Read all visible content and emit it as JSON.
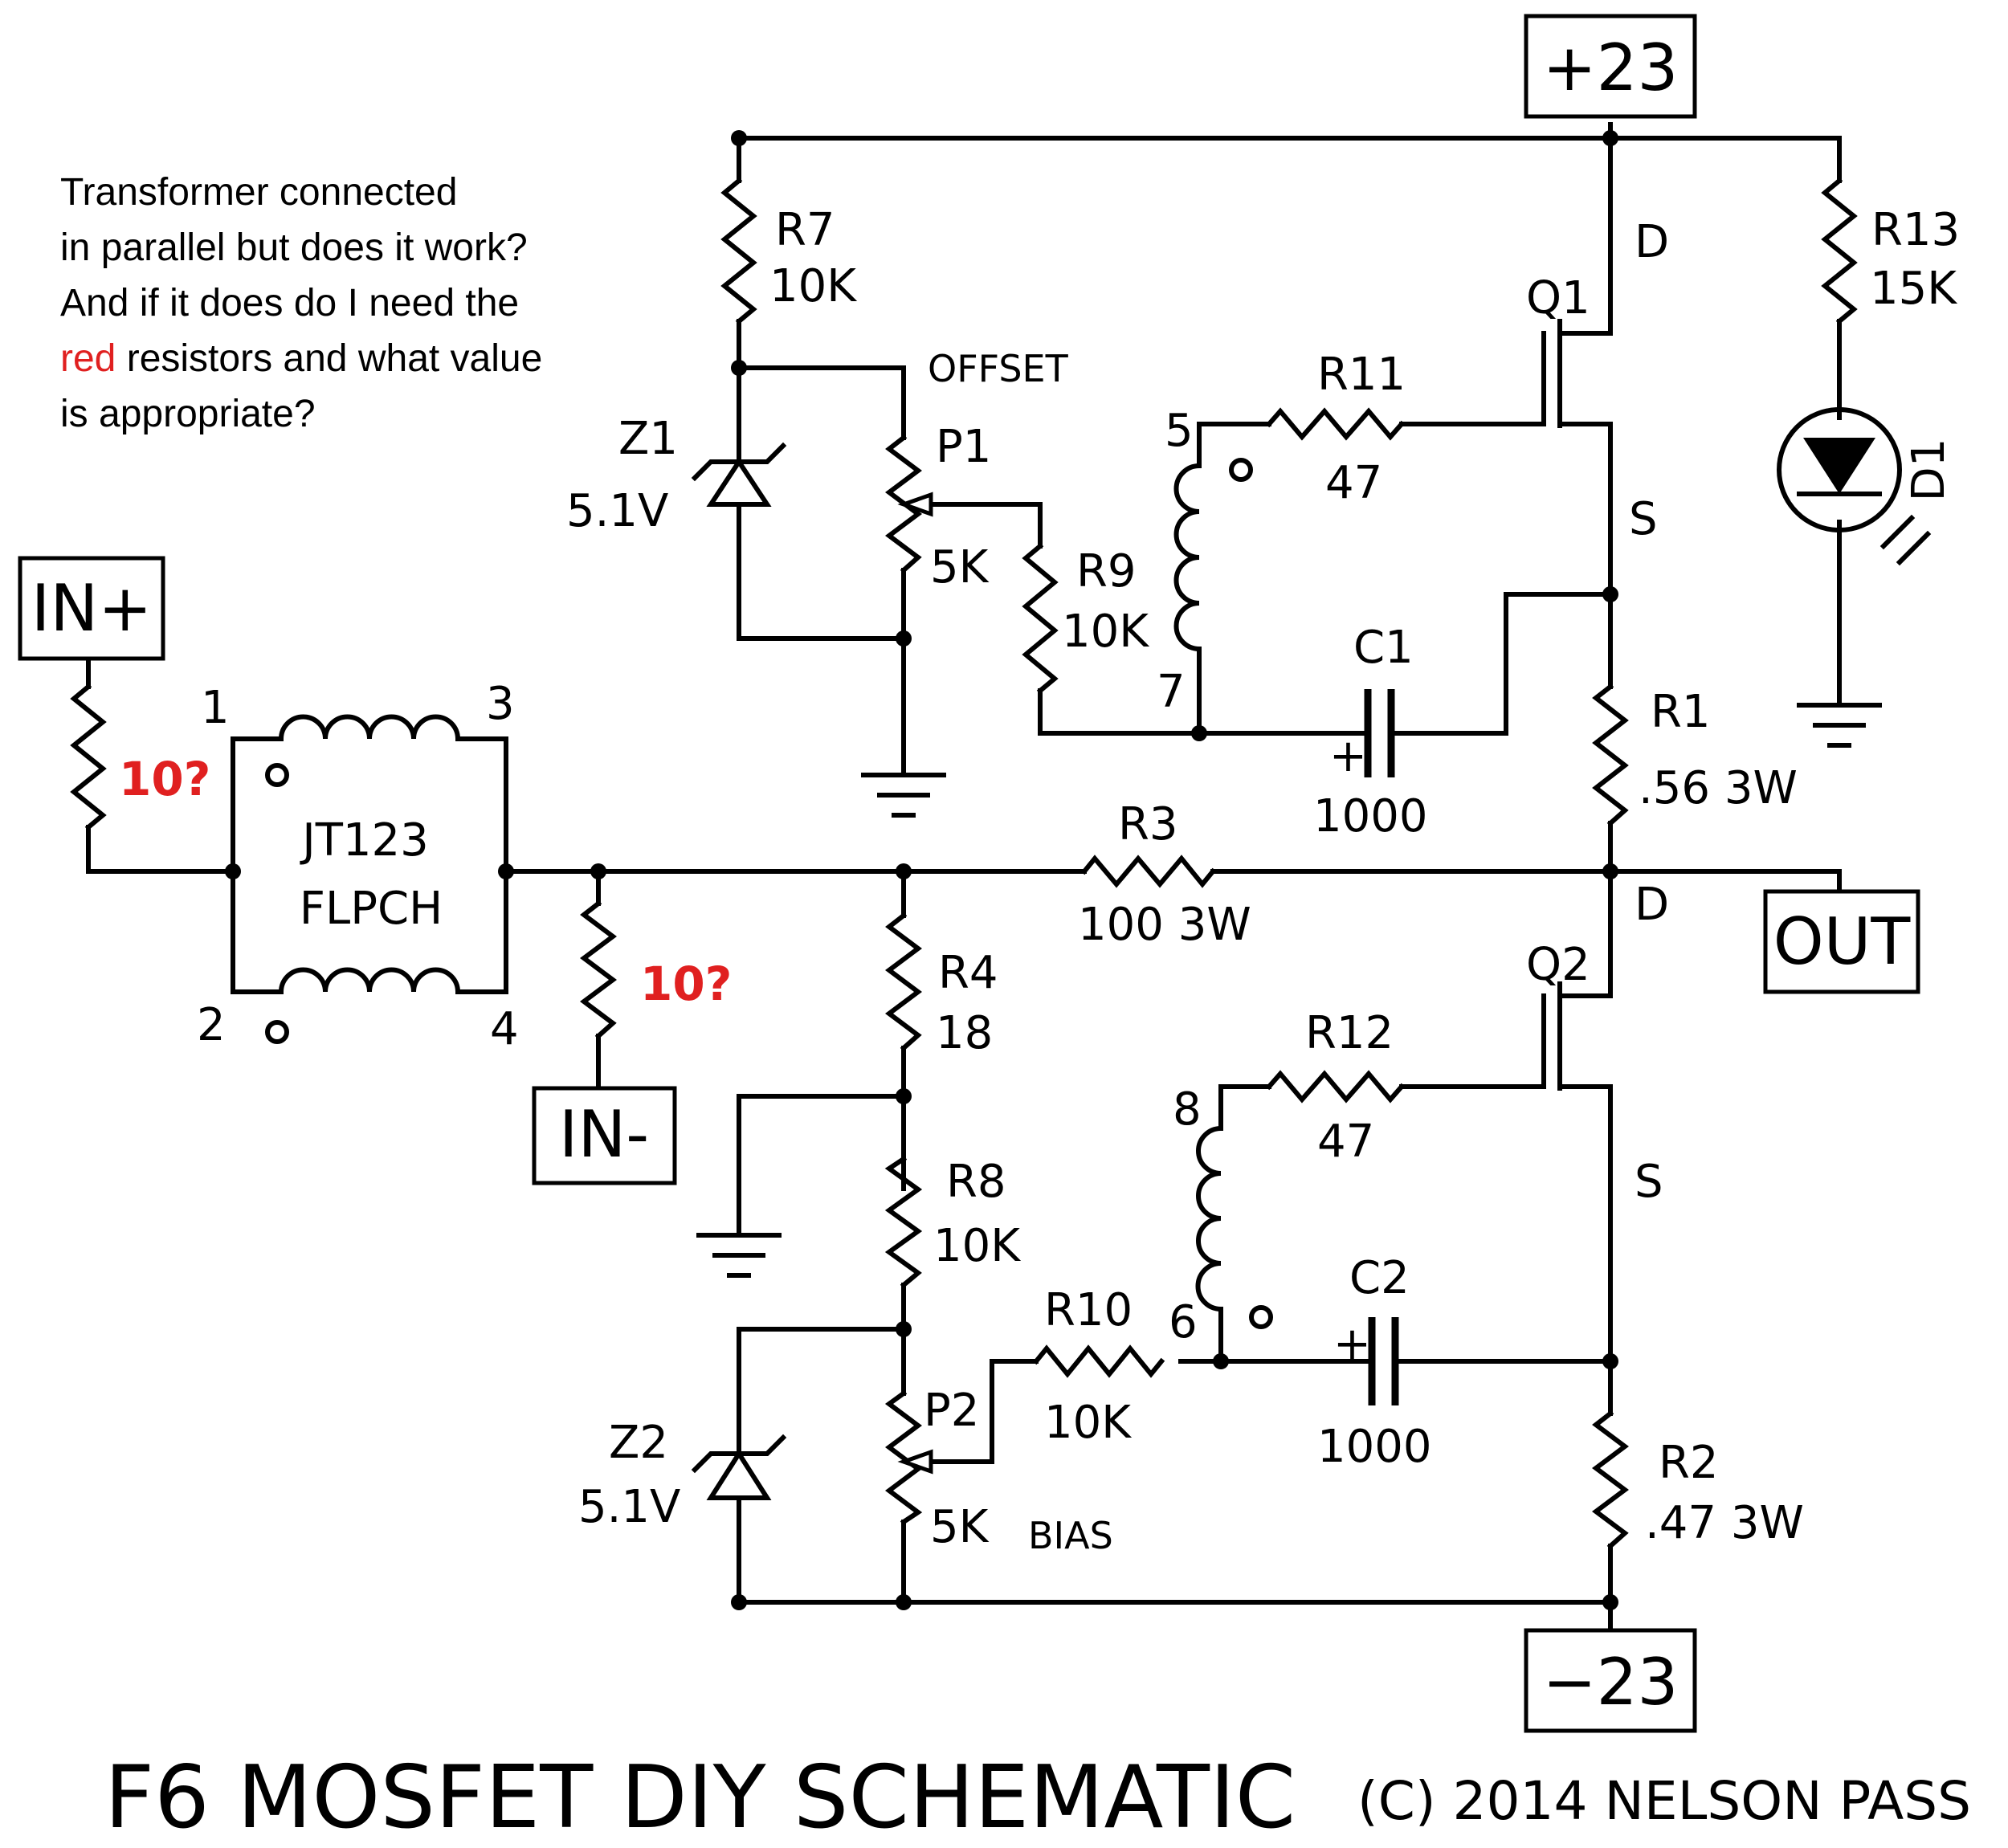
{
  "note": {
    "line1": "Transformer connected",
    "line2": "in parallel but does it work?",
    "line3": "And if it does do I need the",
    "line4_highlight": "red",
    "line4_rest": " resistors and what value",
    "line5": "is appropriate?"
  },
  "ports": {
    "vplus": "+23",
    "vminus": "−23",
    "in_plus": "IN+",
    "in_minus": "IN-",
    "out": "OUT"
  },
  "components": {
    "r7": {
      "ref": "R7",
      "value": "10K"
    },
    "r13": {
      "ref": "R13",
      "value": "15K"
    },
    "z1": {
      "ref": "Z1",
      "value": "5.1V"
    },
    "p1": {
      "ref": "P1",
      "value": "5K",
      "function": "OFFSET"
    },
    "r9": {
      "ref": "R9",
      "value": "10K"
    },
    "r11": {
      "ref": "R11",
      "value": "47"
    },
    "q1": {
      "ref": "Q1",
      "drain": "D",
      "source": "S"
    },
    "c1": {
      "ref": "C1",
      "value": "1000",
      "polarity": "+"
    },
    "r1": {
      "ref": "R1",
      "value": ".56 3W"
    },
    "d1": {
      "ref": "D1"
    },
    "transformer": {
      "ref": "JT123",
      "name": "FLPCH",
      "pins": [
        "1",
        "2",
        "3",
        "4"
      ]
    },
    "coil_upper_pins": [
      "5",
      "7"
    ],
    "coil_lower_pins": [
      "8",
      "6"
    ],
    "r3": {
      "ref": "R3",
      "value": "100 3W"
    },
    "r4": {
      "ref": "R4",
      "value": "18"
    },
    "q2": {
      "ref": "Q2",
      "drain": "D",
      "source": "S"
    },
    "r12": {
      "ref": "R12",
      "value": "47"
    },
    "r8": {
      "ref": "R8",
      "value": "10K"
    },
    "r10": {
      "ref": "R10",
      "value": "10K"
    },
    "c2": {
      "ref": "C2",
      "value": "1000",
      "polarity": "+"
    },
    "p2": {
      "ref": "P2",
      "value": "5K",
      "function": "BIAS"
    },
    "z2": {
      "ref": "Z2",
      "value": "5.1V"
    },
    "r2": {
      "ref": "R2",
      "value": ".47 3W"
    }
  },
  "annotations": {
    "red_resistor_1": "10?",
    "red_resistor_2": "10?"
  },
  "footer": {
    "title": "F6 MOSFET DIY SCHEMATIC",
    "copyright": "(C) 2014 NELSON PASS"
  },
  "colors": {
    "annotation": "#e02020",
    "ink": "#000000"
  }
}
